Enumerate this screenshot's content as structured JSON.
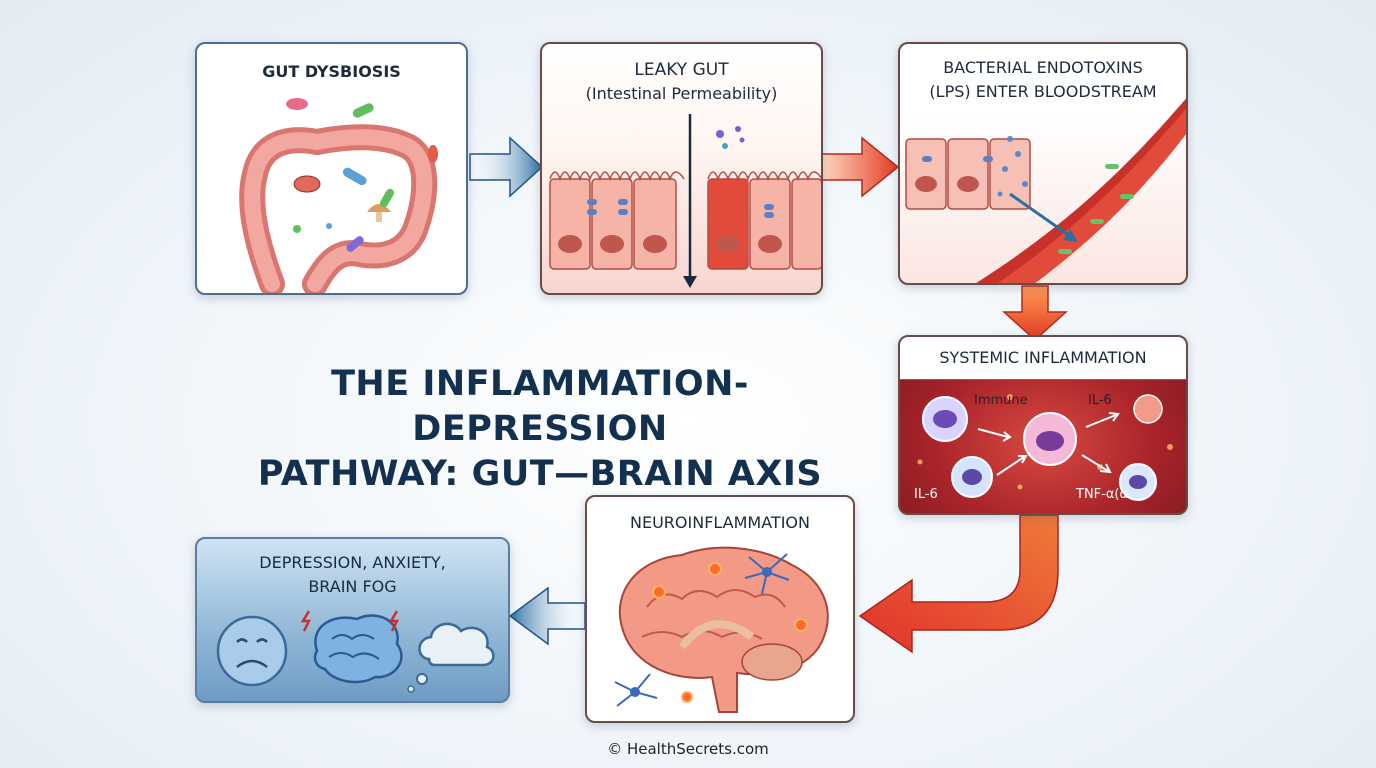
{
  "title": {
    "line1": "THE INFLAMMATION-DEPRESSION",
    "line2": "PATHWAY: GUT—BRAIN AXIS"
  },
  "steps": [
    {
      "title": "GUT DYSBIOSIS"
    },
    {
      "title": "LEAKY GUT",
      "subtitle": "(Intestinal Permeability)"
    },
    {
      "title": "BACTERIAL ENDOTOXINS",
      "subtitle": "(LPS) ENTER BLOODSTREAM"
    },
    {
      "title": "SYSTEMIC INFLAMMATION",
      "labels": [
        "Immune",
        "IL-6",
        "IL-6",
        "TNF-α(α"
      ]
    },
    {
      "title": "NEUROINFLAMMATION"
    },
    {
      "title": "DEPRESSION, ANXIETY,",
      "subtitle": "BRAIN FOG"
    }
  ],
  "footer": "© HealthSecrets.com",
  "colors": {
    "title": "#13304f",
    "arrow_blue": "#2e6fa3",
    "arrow_red": "#e84a2c",
    "card_border": "#6b4a4a"
  }
}
